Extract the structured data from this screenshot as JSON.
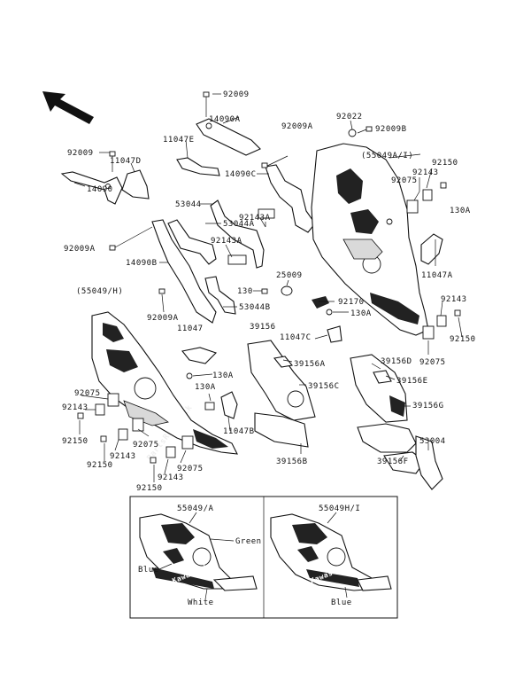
{
  "watermark": "PartsRepublik",
  "labels": {
    "p92009_top": "92009",
    "p14090A": "14090A",
    "p92009A_top": "92009A",
    "p92022": "92022",
    "p92009B": "92009B",
    "p11047E": "11047E",
    "p55049A1_top": "(55049A/I)",
    "p92009_left": "92009",
    "p11047D": "11047D",
    "p14090C": "14090C",
    "p92143_r1": "92143",
    "p92150_r1": "92150",
    "p92075_r1": "92075",
    "p14090": "14090",
    "p53044": "53044",
    "p92143A": "92143A",
    "p130A_r": "130A",
    "p53044A": "53044A",
    "p92009A_left": "92009A",
    "p92143A_mid": "92143A",
    "p14090B": "14090B",
    "p25009": "25009",
    "p11047A": "11047A",
    "p55049H1": "(55049/H)",
    "p130_mid": "130",
    "p92170": "92170",
    "p92143_r2": "92143",
    "p92009A_mid": "92009A",
    "p53044B": "53044B",
    "p130A_mid2": "130A",
    "p39156": "39156",
    "p11047C": "11047C",
    "p92150_r2": "92150",
    "p11047": "11047",
    "p39156A": "39156A",
    "p39156D": "39156D",
    "p92075_r2": "92075",
    "p130A_l1": "130A",
    "p39156E": "39156E",
    "p130A_l2": "130A",
    "p39156C": "39156C",
    "p92075_l1": "92075",
    "p39156G": "39156G",
    "p92143_l1": "92143",
    "p11047B": "11047B",
    "p92075_l2": "92075",
    "p92150_l1": "92150",
    "p92143_l2": "92143",
    "p53004": "53004",
    "p92150_l2": "92150",
    "p39156B": "39156B",
    "p39156F": "39156F",
    "p92075_l3": "92075",
    "p92143_l3": "92143",
    "p92150_l3": "92150"
  },
  "inset": {
    "left_title": "55049/A",
    "left_green": "Green",
    "left_blue": "Blue",
    "left_white": "White",
    "left_brand": "Kawasaki",
    "right_title": "55049H/I",
    "right_blue": "Blue",
    "right_brand": "Kawasaki"
  }
}
